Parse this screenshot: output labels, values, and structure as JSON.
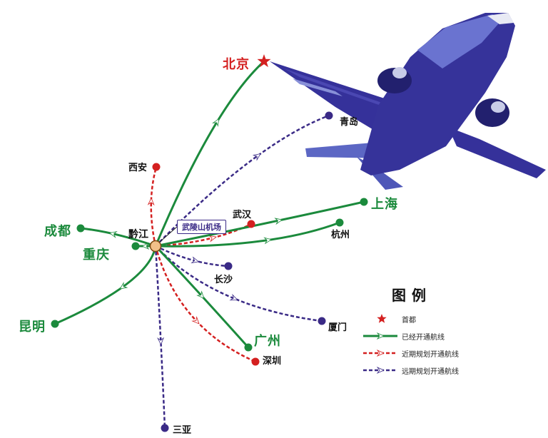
{
  "hub": {
    "label": "黔江",
    "airport": "武陵山机场"
  },
  "cities": [
    {
      "id": "beijing",
      "label": "北京",
      "kind": "capital"
    },
    {
      "id": "qingdao",
      "label": "青岛",
      "kind": "far"
    },
    {
      "id": "xian",
      "label": "西安",
      "kind": "near"
    },
    {
      "id": "wuhan",
      "label": "武汉",
      "kind": "near"
    },
    {
      "id": "shanghai",
      "label": "上海",
      "kind": "open"
    },
    {
      "id": "hangzhou",
      "label": "杭州",
      "kind": "open"
    },
    {
      "id": "chengdu",
      "label": "成都",
      "kind": "open"
    },
    {
      "id": "chongqing",
      "label": "重庆",
      "kind": "open"
    },
    {
      "id": "changsha",
      "label": "长沙",
      "kind": "far"
    },
    {
      "id": "kunming",
      "label": "昆明",
      "kind": "open"
    },
    {
      "id": "xiamen",
      "label": "厦门",
      "kind": "far"
    },
    {
      "id": "guangzhou",
      "label": "广州",
      "kind": "open"
    },
    {
      "id": "shenzhen",
      "label": "深圳",
      "kind": "near"
    },
    {
      "id": "sanya",
      "label": "三亚",
      "kind": "far"
    }
  ],
  "legend": {
    "title": "图例",
    "items": [
      {
        "key": "star",
        "label": "首都"
      },
      {
        "key": "open",
        "label": "已经开通航线"
      },
      {
        "key": "near",
        "label": "近期规划开通航线"
      },
      {
        "key": "far",
        "label": "远期规划开通航线"
      }
    ]
  },
  "colors": {
    "open": "#1b8a3c",
    "near": "#d42020",
    "far": "#3a2a86",
    "capital": "#d42020",
    "hub": "#f1c089",
    "plane": "#36339a"
  }
}
